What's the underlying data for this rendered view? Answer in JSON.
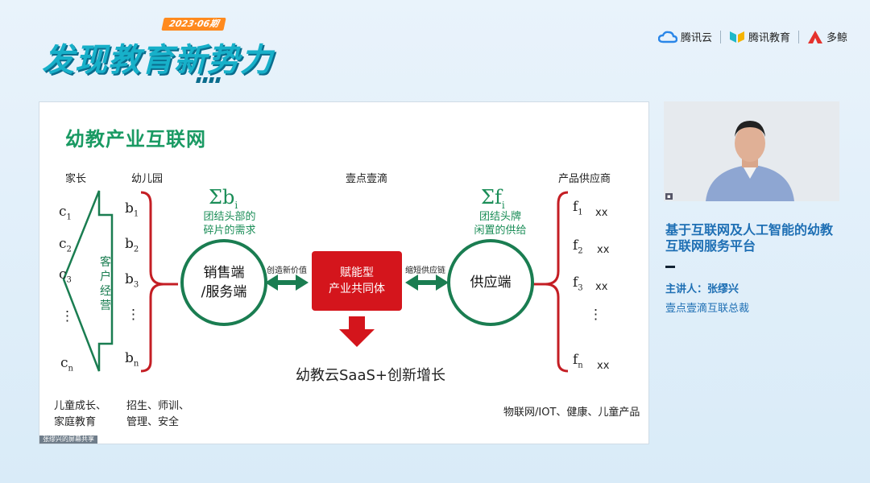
{
  "event": {
    "badge": "2023·06期",
    "title": "发现教育新势力"
  },
  "sponsors": [
    {
      "name": "腾讯云",
      "icon": "tencent-cloud-icon",
      "color": "#2a86e8"
    },
    {
      "name": "腾讯教育",
      "icon": "tencent-edu-icon",
      "color": "#f5b400"
    },
    {
      "name": "多鲸",
      "icon": "duojing-icon",
      "color": "#e5322d"
    }
  ],
  "slide": {
    "title": "幼教产业互联网",
    "headers": {
      "parents": "家长",
      "kindergarten": "幼儿园",
      "center": "壹点壹滴",
      "suppliers": "产品供应商"
    },
    "parents_vars": [
      "c",
      "c",
      "c",
      "⋮",
      "c"
    ],
    "parents_subs": [
      "1",
      "2",
      "3",
      "",
      "n"
    ],
    "kinder_vars": [
      "b",
      "b",
      "b",
      "⋮",
      "b"
    ],
    "kinder_subs": [
      "1",
      "2",
      "3",
      "",
      "n"
    ],
    "supplier_vars": [
      "f",
      "f",
      "f",
      "⋮",
      "f"
    ],
    "supplier_subs": [
      "1",
      "2",
      "3",
      "",
      "n"
    ],
    "supplier_xx": [
      "xx",
      "xx",
      "xx",
      "",
      "xx"
    ],
    "customer_ops": "客户经营",
    "sum_b": "Σb",
    "sum_b_sub": "i",
    "sum_b_line1": "团结头部的",
    "sum_b_line2": "碎片的需求",
    "sum_f": "Σf",
    "sum_f_sub": "i",
    "sum_f_line1": "团结头牌",
    "sum_f_line2": "闲置的供给",
    "sales_line1": "销售端",
    "sales_line2": "/服务端",
    "supply": "供应端",
    "core_line1": "赋能型",
    "core_line2": "产业共同体",
    "arrow_left_label": "创造新价值",
    "arrow_right_label": "缩短供应链",
    "saas": "幼教云SaaS+创新增长",
    "bottom_parents_1": "儿童成长、",
    "bottom_parents_2": "家庭教育",
    "bottom_kinder_1": "招生、师训、",
    "bottom_kinder_2": "管理、安全",
    "bottom_supplier": "物联网/IOT、健康、儿童产品",
    "share_tag": "张缪兴的屏幕共享"
  },
  "sidebar": {
    "talk_title": "基于互联网及人工智能的幼教互联网服务平台",
    "speaker": "主讲人：张缪兴",
    "org": "壹点壹滴互联总裁"
  },
  "colors": {
    "green": "#1a7d51",
    "red": "#d4151c",
    "blue": "#1e6fb4"
  }
}
